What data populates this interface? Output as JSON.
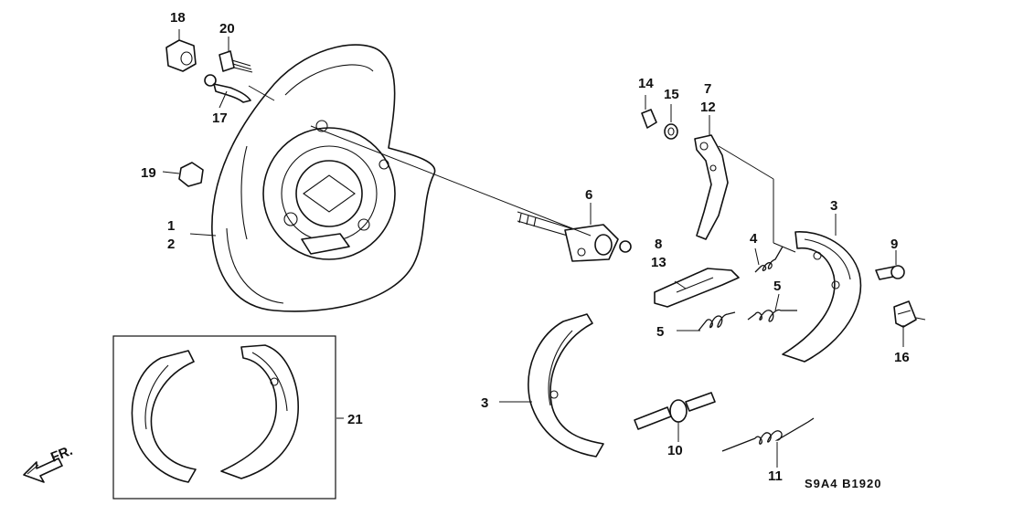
{
  "callouts": {
    "c1": "1",
    "c2": "2",
    "c3a": "3",
    "c3b": "3",
    "c4": "4",
    "c5a": "5",
    "c5b": "5",
    "c6": "6",
    "c7": "7",
    "c8": "8",
    "c9": "9",
    "c10": "10",
    "c11": "11",
    "c12": "12",
    "c13": "13",
    "c14": "14",
    "c15": "15",
    "c16": "16",
    "c17": "17",
    "c18": "18",
    "c19": "19",
    "c20": "20",
    "c21": "21"
  },
  "direction_label": "FR.",
  "diagram_code": "S9A4  B1920",
  "icons": {
    "direction_arrow": "arrow-front-icon"
  }
}
